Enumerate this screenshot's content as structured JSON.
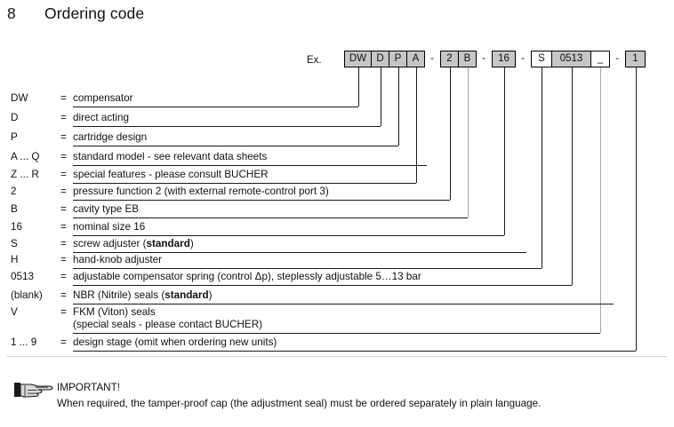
{
  "header": {
    "number": "8",
    "title": "Ordering code"
  },
  "example": {
    "label": "Ex.",
    "segments": [
      {
        "text": "DW",
        "fill": "grey"
      },
      {
        "text": "D",
        "fill": "grey"
      },
      {
        "text": "P",
        "fill": "grey"
      },
      {
        "text": "A",
        "fill": "grey"
      },
      {
        "text": "-",
        "fill": "dash"
      },
      {
        "text": "2",
        "fill": "grey"
      },
      {
        "text": "B",
        "fill": "grey"
      },
      {
        "text": "-",
        "fill": "dash"
      },
      {
        "text": "16",
        "fill": "grey"
      },
      {
        "text": "-",
        "fill": "dash"
      },
      {
        "text": "S",
        "fill": "white"
      },
      {
        "text": "0513",
        "fill": "grey"
      },
      {
        "text": "_",
        "fill": "white"
      },
      {
        "text": "-",
        "fill": "dash"
      },
      {
        "text": "1",
        "fill": "grey"
      }
    ]
  },
  "legend": [
    {
      "code": "DW",
      "eq": "=",
      "desc": "compensator"
    },
    {
      "code": "D",
      "eq": "=",
      "desc": "direct acting"
    },
    {
      "code": "P",
      "eq": "=",
      "desc": "cartridge design"
    },
    {
      "code": "A ... Q",
      "eq": "=",
      "desc": "standard model - see relevant data sheets"
    },
    {
      "code": "Z ... R",
      "eq": "=",
      "desc": "special features - please consult BUCHER"
    },
    {
      "code": "2",
      "eq": "=",
      "desc": "pressure function 2 (with external remote-control port 3)"
    },
    {
      "code": "B",
      "eq": "=",
      "desc": "cavity type EB"
    },
    {
      "code": "16",
      "eq": "=",
      "desc": "nominal size 16"
    },
    {
      "code": "S",
      "eq": "=",
      "desc": "screw adjuster (standard)",
      "bold": "standard"
    },
    {
      "code": "H",
      "eq": "=",
      "desc": "hand-knob adjuster"
    },
    {
      "code": "0513",
      "eq": "=",
      "desc": "adjustable compensator spring (control Δp), steplessly adjustable 5…13 bar"
    },
    {
      "code": "(blank)",
      "eq": "=",
      "desc": "NBR (Nitrile) seals  (standard)",
      "bold": "standard"
    },
    {
      "code": "V",
      "eq": "=",
      "desc": "FKM (Viton) seals"
    },
    {
      "code": "",
      "eq": "",
      "desc": "(special seals - please contact BUCHER)"
    },
    {
      "code": "1 ... 9",
      "eq": "=",
      "desc": "design stage (omit when ordering new units)"
    }
  ],
  "important": {
    "icon": "pointing-hand-icon",
    "title": "IMPORTANT!",
    "text": "When required, the tamper-proof cap (the adjustment seal) must be ordered separately in plain language."
  },
  "colors": {
    "box_fill": "#c6c6c6",
    "box_fill_white": "#ffffff",
    "line": "#1a1a1a",
    "line_grey": "#a8a8a8",
    "divider": "#d2d2d2",
    "text": "#111111"
  }
}
